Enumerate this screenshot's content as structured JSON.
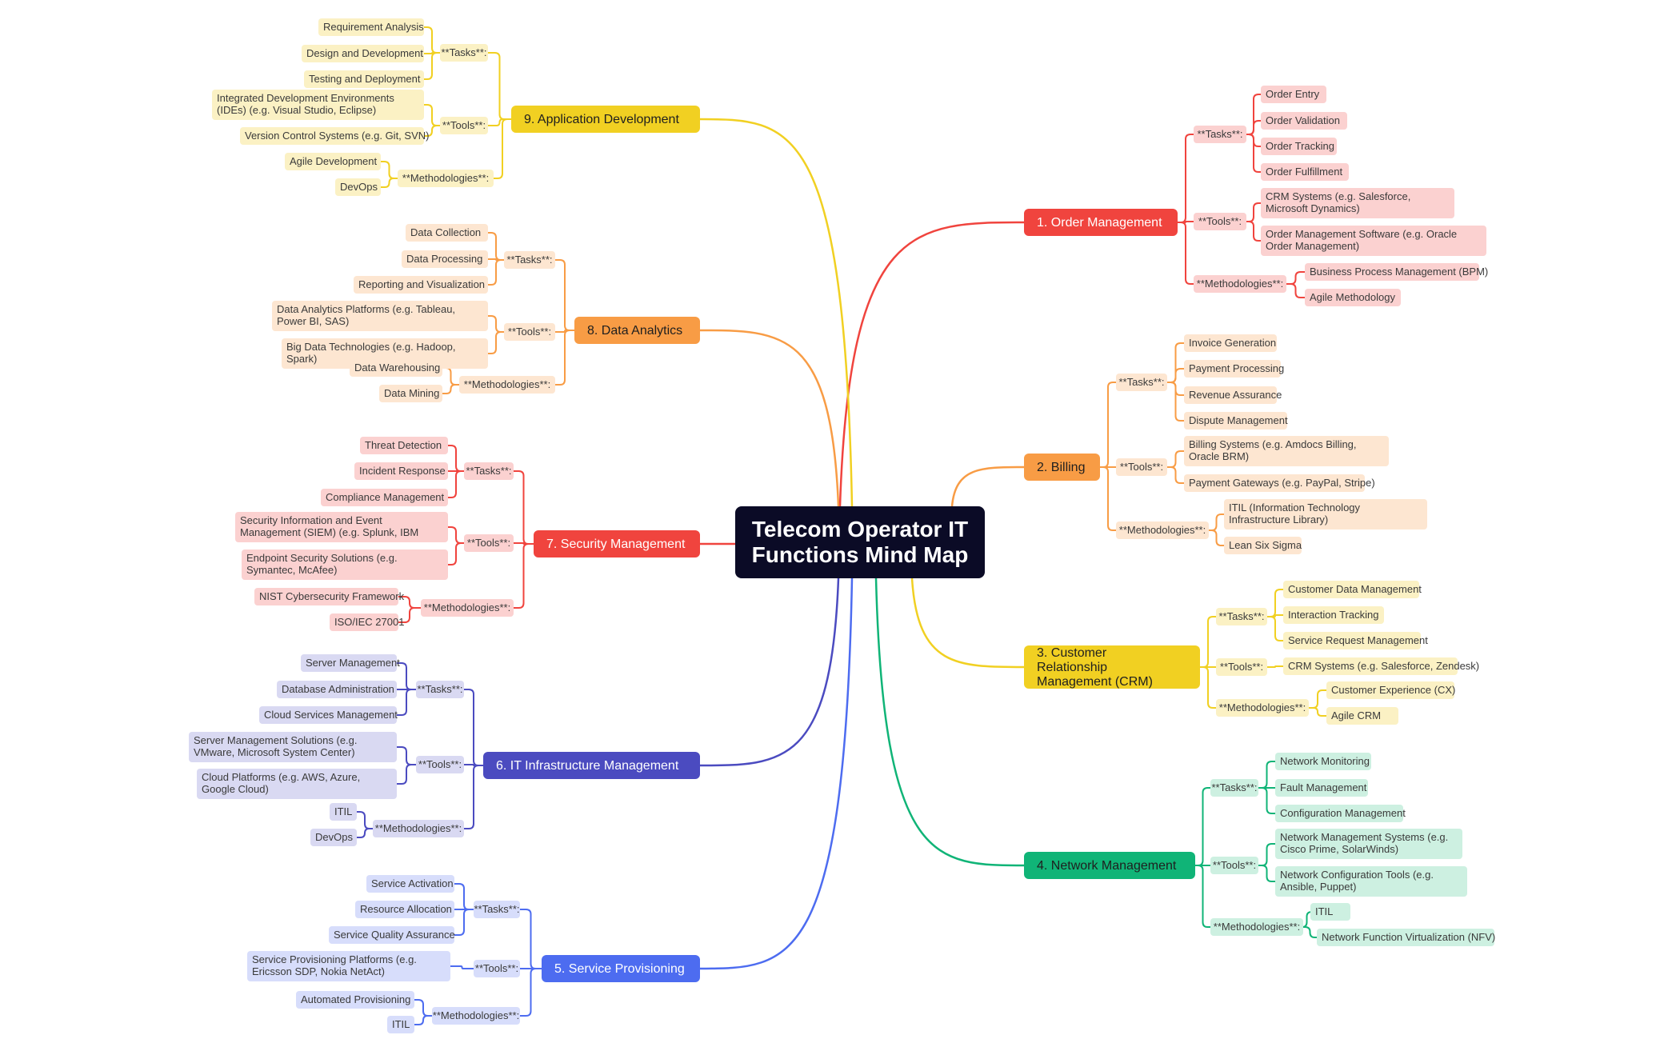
{
  "title": "Telecom Operator IT Functions Mind Map",
  "branches": [
    {
      "id": "order",
      "title": "1. Order Management",
      "color": "#f0443e",
      "light": "#fbd1d0",
      "text": "#ffffff",
      "groups": [
        {
          "label": "**Tasks**:",
          "items": [
            "Order Entry",
            "Order Validation",
            "Order Tracking",
            "Order Fulfillment"
          ]
        },
        {
          "label": "**Tools**:",
          "items": [
            "CRM Systems (e.g. Salesforce, Microsoft Dynamics)",
            "Order Management Software (e.g. Oracle Order Management)"
          ]
        },
        {
          "label": "**Methodologies**:",
          "items": [
            "Business Process Management (BPM)",
            "Agile Methodology"
          ]
        }
      ]
    },
    {
      "id": "billing",
      "title": "2. Billing",
      "color": "#f89c45",
      "light": "#fde6d1",
      "text": "#1f1f1f",
      "groups": [
        {
          "label": "**Tasks**:",
          "items": [
            "Invoice Generation",
            "Payment Processing",
            "Revenue Assurance",
            "Dispute Management"
          ]
        },
        {
          "label": "**Tools**:",
          "items": [
            "Billing Systems (e.g. Amdocs Billing, Oracle BRM)",
            "Payment Gateways (e.g. PayPal, Stripe)"
          ]
        },
        {
          "label": "**Methodologies**:",
          "items": [
            "ITIL (Information Technology Infrastructure Library)",
            "Lean Six Sigma"
          ]
        }
      ]
    },
    {
      "id": "crm",
      "title": "3. Customer Relationship Management (CRM)",
      "color": "#f1d022",
      "light": "#fbf1c4",
      "text": "#1f1f1f",
      "groups": [
        {
          "label": "**Tasks**:",
          "items": [
            "Customer Data Management",
            "Interaction Tracking",
            "Service Request Management"
          ]
        },
        {
          "label": "**Tools**:",
          "items": [
            "CRM Systems (e.g. Salesforce, Zendesk)"
          ]
        },
        {
          "label": "**Methodologies**:",
          "items": [
            "Customer Experience (CX)",
            "Agile CRM"
          ]
        }
      ]
    },
    {
      "id": "network",
      "title": "4. Network Management",
      "color": "#10b477",
      "light": "#cdf0e1",
      "text": "#1f1f1f",
      "groups": [
        {
          "label": "**Tasks**:",
          "items": [
            "Network Monitoring",
            "Fault Management",
            "Configuration Management"
          ]
        },
        {
          "label": "**Tools**:",
          "items": [
            "Network Management Systems (e.g. Cisco Prime, SolarWinds)",
            "Network Configuration Tools (e.g. Ansible, Puppet)"
          ]
        },
        {
          "label": "**Methodologies**:",
          "items": [
            "ITIL",
            "Network Function Virtualization (NFV)"
          ]
        }
      ]
    },
    {
      "id": "provisioning",
      "title": "5. Service Provisioning",
      "color": "#4d6cf0",
      "light": "#d7ddfb",
      "text": "#ffffff",
      "groups": [
        {
          "label": "**Tasks**:",
          "items": [
            "Service Activation",
            "Resource Allocation",
            "Service Quality Assurance"
          ]
        },
        {
          "label": "**Tools**:",
          "items": [
            "Service Provisioning Platforms (e.g. Ericsson SDP, Nokia NetAct)"
          ]
        },
        {
          "label": "**Methodologies**:",
          "items": [
            "Automated Provisioning",
            "ITIL"
          ]
        }
      ]
    },
    {
      "id": "infra",
      "title": "6. IT Infrastructure Management",
      "color": "#4b4bc0",
      "light": "#d9d9f2",
      "text": "#ffffff",
      "groups": [
        {
          "label": "**Tasks**:",
          "items": [
            "Server Management",
            "Database Administration",
            "Cloud Services Management"
          ]
        },
        {
          "label": "**Tools**:",
          "items": [
            "Server Management Solutions (e.g. VMware, Microsoft System Center)",
            "Cloud Platforms (e.g. AWS, Azure, Google Cloud)"
          ]
        },
        {
          "label": "**Methodologies**:",
          "items": [
            "ITIL",
            "DevOps"
          ]
        }
      ]
    },
    {
      "id": "security",
      "title": "7. Security Management",
      "color": "#f0443e",
      "light": "#fbd1d0",
      "text": "#ffffff",
      "groups": [
        {
          "label": "**Tasks**:",
          "items": [
            "Threat Detection",
            "Incident Response",
            "Compliance Management"
          ]
        },
        {
          "label": "**Tools**:",
          "items": [
            "Security Information and Event Management (SIEM) (e.g. Splunk, IBM QRadar)",
            "Endpoint Security Solutions (e.g. Symantec, McAfee)"
          ]
        },
        {
          "label": "**Methodologies**:",
          "items": [
            "NIST Cybersecurity Framework",
            "ISO/IEC 27001"
          ]
        }
      ]
    },
    {
      "id": "analytics",
      "title": "8. Data Analytics",
      "color": "#f89c45",
      "light": "#fde6d1",
      "text": "#1f1f1f",
      "groups": [
        {
          "label": "**Tasks**:",
          "items": [
            "Data Collection",
            "Data Processing",
            "Reporting and Visualization"
          ]
        },
        {
          "label": "**Tools**:",
          "items": [
            "Data Analytics Platforms (e.g. Tableau, Power BI, SAS)",
            "Big Data Technologies (e.g. Hadoop, Spark)"
          ]
        },
        {
          "label": "**Methodologies**:",
          "items": [
            "Data Warehousing",
            "Data Mining"
          ]
        }
      ]
    },
    {
      "id": "appdev",
      "title": "9. Application Development",
      "color": "#f1d022",
      "light": "#fbf1c4",
      "text": "#1f1f1f",
      "groups": [
        {
          "label": "**Tasks**:",
          "items": [
            "Requirement Analysis",
            "Design and Development",
            "Testing and Deployment"
          ]
        },
        {
          "label": "**Tools**:",
          "items": [
            "Integrated Development Environments (IDEs) (e.g. Visual Studio, Eclipse)",
            "Version Control Systems (e.g. Git, SVN)"
          ]
        },
        {
          "label": "**Methodologies**:",
          "items": [
            "Agile Development",
            "DevOps"
          ]
        }
      ]
    }
  ]
}
